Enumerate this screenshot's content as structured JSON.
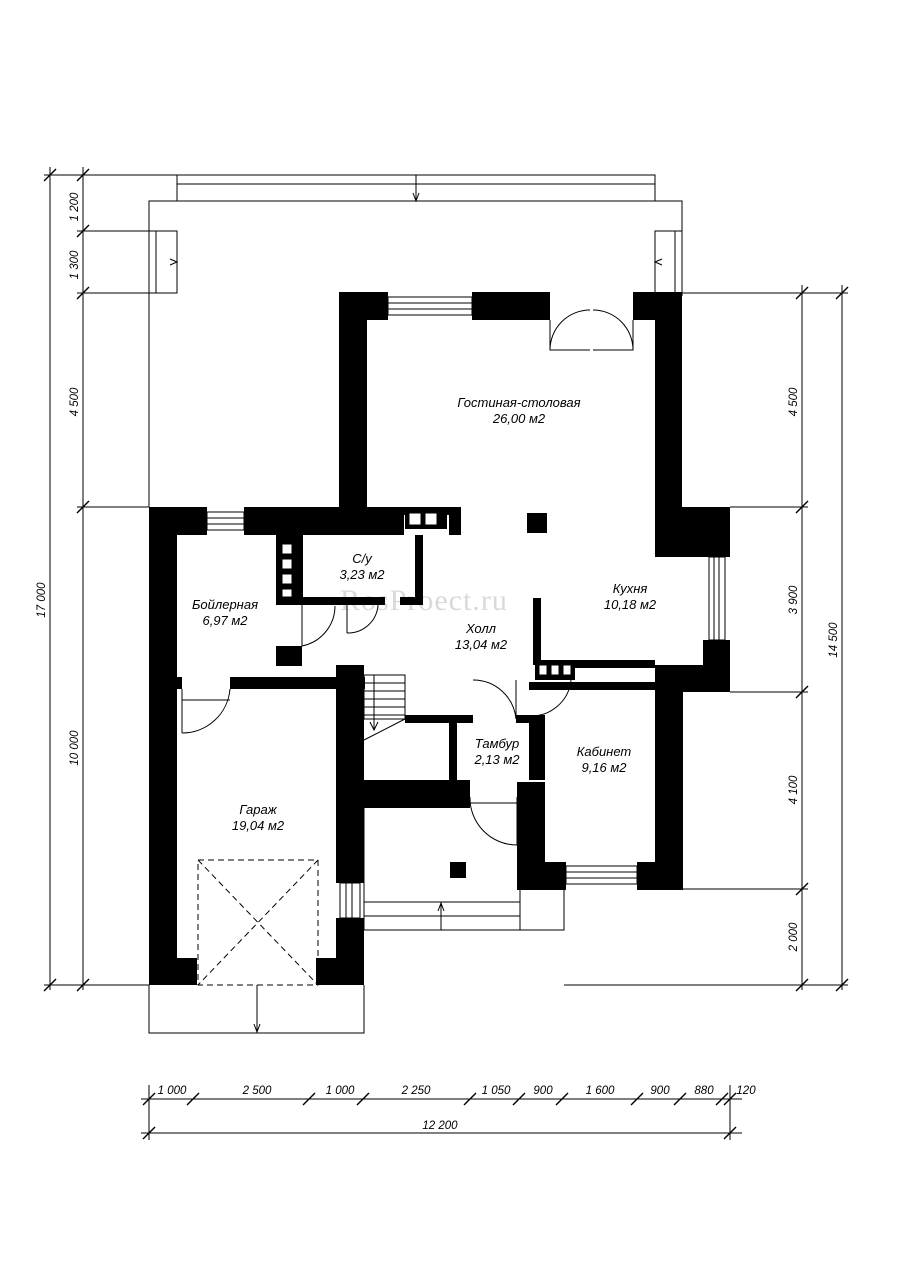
{
  "watermark": "RosProect.ru",
  "rooms": {
    "living": {
      "name": "Гостиная-столовая",
      "area": "26,00 м2"
    },
    "wc": {
      "name": "С/у",
      "area": "3,23 м2"
    },
    "boiler": {
      "name": "Бойлерная",
      "area": "6,97 м2"
    },
    "kitchen": {
      "name": "Кухня",
      "area": "10,18 м2"
    },
    "hall": {
      "name": "Холл",
      "area": "13,04 м2"
    },
    "vestibule": {
      "name": "Тамбур",
      "area": "2,13 м2"
    },
    "office": {
      "name": "Кабинет",
      "area": "9,16 м2"
    },
    "garage": {
      "name": "Гараж",
      "area": "19,04 м2"
    }
  },
  "dimensions": {
    "left_outer_total": "17 000",
    "left_inner": [
      "1 200",
      "1 300",
      "4 500",
      "10 000"
    ],
    "right_outer_total": "14 500",
    "right_inner": [
      "4 500",
      "3 900",
      "4 100",
      "2 000"
    ],
    "bottom_chain": [
      "1 000",
      "2 500",
      "1 000",
      "2 250",
      "1 050",
      "900",
      "1 600",
      "900",
      "880",
      "120"
    ],
    "bottom_total": "12 200"
  }
}
